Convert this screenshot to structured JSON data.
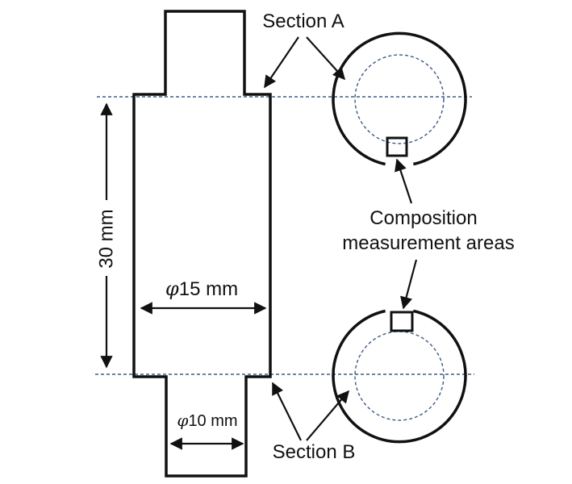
{
  "labels": {
    "section_a": "Section A",
    "section_b": "Section B",
    "height": "30 mm",
    "phi_symbol": "φ",
    "large_diameter": "15 mm",
    "small_diameter": "10 mm",
    "composition_line1": "Composition",
    "composition_line2": "measurement areas"
  }
}
